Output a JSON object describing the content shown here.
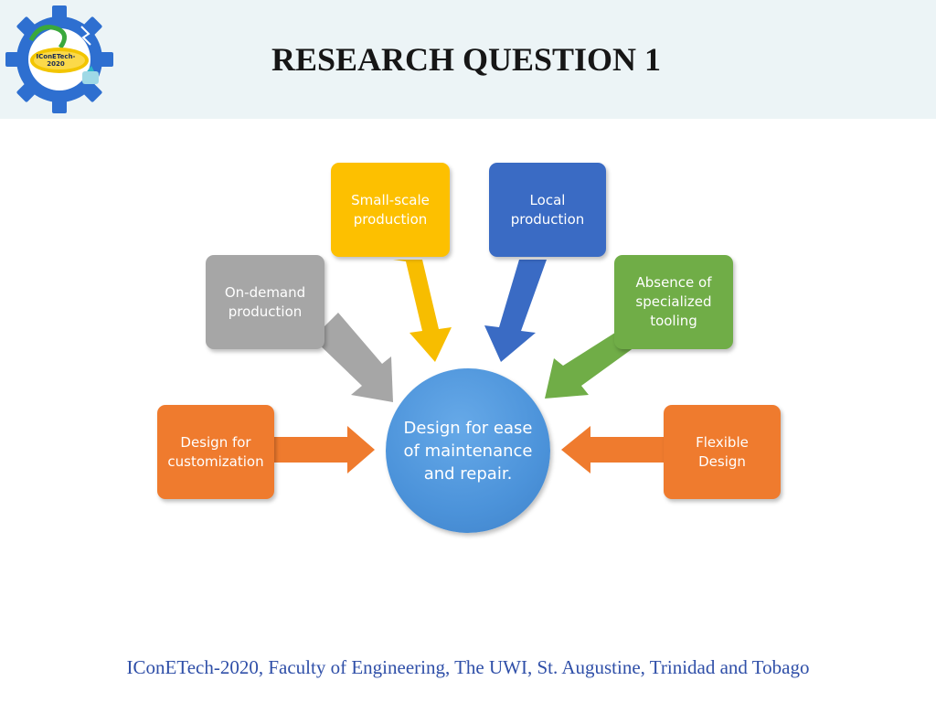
{
  "header": {
    "title": "RESEARCH QUESTION 1",
    "logo_text": "IConETech-2020"
  },
  "diagram": {
    "center": "Design for ease of maintenance and repair.",
    "nodes": {
      "small_scale": {
        "label": "Small-scale production",
        "color": "#fdc000"
      },
      "local": {
        "label": "Local production",
        "color": "#3a6bc4"
      },
      "on_demand": {
        "label": "On-demand production",
        "color": "#a6a6a6"
      },
      "specialized": {
        "label": "Absence of specialized tooling",
        "color": "#70ad47"
      },
      "customization": {
        "label": "Design for customization",
        "color": "#ef7b2e"
      },
      "flexible": {
        "label": "Flexible Design",
        "color": "#ef7b2e"
      }
    }
  },
  "footer": {
    "text": "IConETech-2020, Faculty of Engineering, The UWI, St. Augustine, Trinidad and Tobago"
  }
}
